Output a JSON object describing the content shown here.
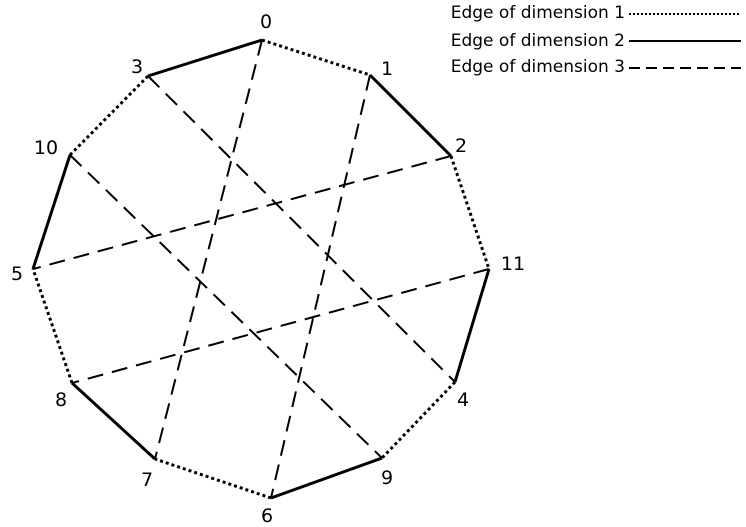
{
  "diagram": {
    "nodes": [
      {
        "id": "n0",
        "label": "0"
      },
      {
        "id": "n1",
        "label": "1"
      },
      {
        "id": "n2",
        "label": "2"
      },
      {
        "id": "n3",
        "label": "3"
      },
      {
        "id": "n4",
        "label": "4"
      },
      {
        "id": "n5",
        "label": "5"
      },
      {
        "id": "n6",
        "label": "6"
      },
      {
        "id": "n7",
        "label": "7"
      },
      {
        "id": "n8",
        "label": "8"
      },
      {
        "id": "n9",
        "label": "9"
      },
      {
        "id": "n10",
        "label": "10"
      },
      {
        "id": "n11",
        "label": "11"
      }
    ],
    "edges": [
      {
        "from": "0",
        "to": "1",
        "dimension": 1
      },
      {
        "from": "0",
        "to": "3",
        "dimension": 2
      },
      {
        "from": "1",
        "to": "2",
        "dimension": 2
      },
      {
        "from": "2",
        "to": "11",
        "dimension": 1
      },
      {
        "from": "11",
        "to": "4",
        "dimension": 2
      },
      {
        "from": "4",
        "to": "9",
        "dimension": 1
      },
      {
        "from": "9",
        "to": "6",
        "dimension": 2
      },
      {
        "from": "6",
        "to": "7",
        "dimension": 1
      },
      {
        "from": "7",
        "to": "8",
        "dimension": 2
      },
      {
        "from": "8",
        "to": "5",
        "dimension": 1
      },
      {
        "from": "5",
        "to": "10",
        "dimension": 2
      },
      {
        "from": "10",
        "to": "3",
        "dimension": 1
      },
      {
        "from": "0",
        "to": "7",
        "dimension": 3
      },
      {
        "from": "1",
        "to": "6",
        "dimension": 3
      },
      {
        "from": "3",
        "to": "4",
        "dimension": 3
      },
      {
        "from": "10",
        "to": "9",
        "dimension": 3
      },
      {
        "from": "2",
        "to": "5",
        "dimension": 3
      },
      {
        "from": "11",
        "to": "8",
        "dimension": 3
      }
    ],
    "legend": [
      {
        "dimension": 1,
        "label": "Edge of dimension 1",
        "style": "dotted"
      },
      {
        "dimension": 2,
        "label": "Edge of dimension 2",
        "style": "solid"
      },
      {
        "dimension": 3,
        "label": "Edge of dimension 3",
        "style": "dashed"
      }
    ],
    "colors": {
      "stroke": "#000000",
      "background": "#ffffff"
    }
  }
}
